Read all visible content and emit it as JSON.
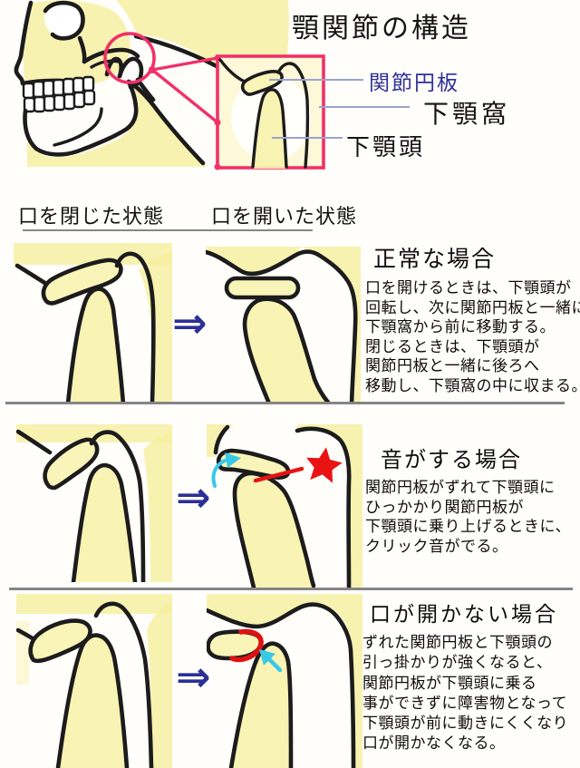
{
  "title": "顎関節の構造",
  "anatomy_labels": {
    "disc": "関節円板",
    "fossa": "下顎窩",
    "condyle": "下顎頭"
  },
  "state_headers": {
    "closed": "口を閉じた状態",
    "open": "口を開いた状態"
  },
  "glyphs": {
    "double_arrow": "⇒"
  },
  "sections": [
    {
      "heading": "正常な場合",
      "body_lines": [
        "口を開けるときは、下顎頭が",
        "回転し、次に関節円板と一緒に",
        "下顎窩から前に移動する。",
        "閉じるときは、下顎頭が",
        "関節円板と一緒に後ろへ",
        "移動し、下顎窩の中に収まる。"
      ]
    },
    {
      "heading": "音がする場合",
      "body_lines": [
        "関節円板がずれて下顎頭に",
        "ひっかかり関節円板が",
        "下顎頭に乗り上げるときに、",
        "クリック音がでる。"
      ]
    },
    {
      "heading": "口が開かない場合",
      "body_lines": [
        "ずれた関節円板と下顎頭の",
        "引っ掛かりが強くなると、",
        "関節円板が下顎頭に乗る",
        "事ができずに障害物となって",
        "下顎頭が前に動きにくくなり",
        "口が開かなくなる。"
      ]
    }
  ],
  "colors": {
    "callout_pink": "#f03168",
    "label_blue": "#2f2f99",
    "arrow_navy": "#2b2f96",
    "arrow_cyan": "#38c9e9",
    "alert_red": "#e91313",
    "crayon_yellow": "#f6efa0",
    "outline_black": "#1c1c1c",
    "leader_line": "#9ba3cf",
    "divider_gray": "#858585"
  }
}
